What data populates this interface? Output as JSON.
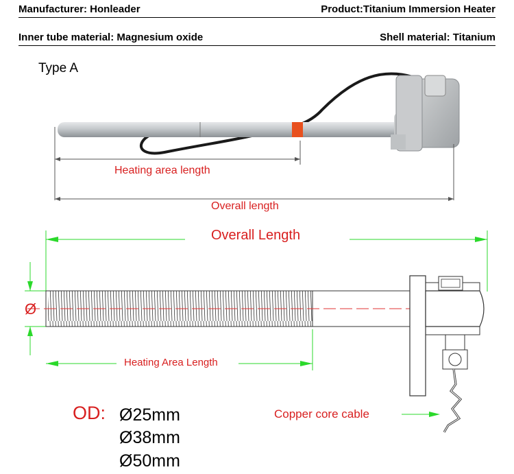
{
  "header": {
    "manufacturer": "Manufacturer: Honleader",
    "product": "Product:Titanium Immersion Heater",
    "inner_tube": "Inner tube material: Magnesium oxide",
    "shell": "Shell material: Titanium"
  },
  "photo": {
    "type_label": "Type A",
    "heating_area_label": "Heating area length",
    "overall_label": "Overall length"
  },
  "drawing": {
    "overall_label": "Overall Length",
    "diameter_symbol": "Ø",
    "heating_area_label": "Heating Area Length",
    "cable_label": "Copper core cable"
  },
  "od": {
    "label": "OD:",
    "sizes": [
      "Ø25mm",
      "Ø38mm",
      "Ø50mm"
    ]
  },
  "colors": {
    "red": "#d81f1f",
    "green": "#2bd92b",
    "steel": "#b9bec2"
  }
}
